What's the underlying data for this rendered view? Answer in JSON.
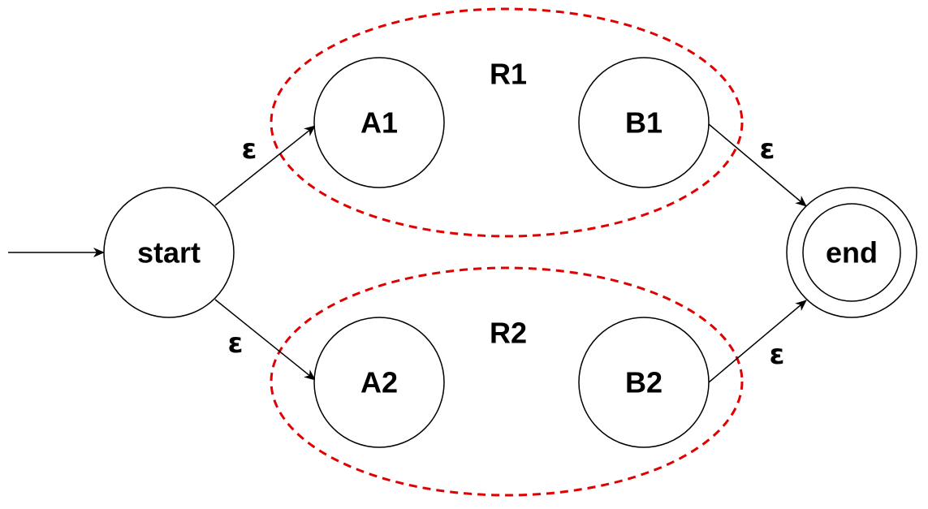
{
  "diagram": {
    "colors": {
      "region_stroke": "#e00000",
      "state_stroke": "#000000"
    },
    "states": {
      "start": "start",
      "a1": "A1",
      "b1": "B1",
      "a2": "A2",
      "b2": "B2",
      "end": "end"
    },
    "regions": {
      "r1": "R1",
      "r2": "R2"
    },
    "transitions": {
      "start_to_a1": "ε",
      "start_to_a2": "ε",
      "b1_to_end": "ε",
      "b2_to_end": "ε"
    }
  }
}
